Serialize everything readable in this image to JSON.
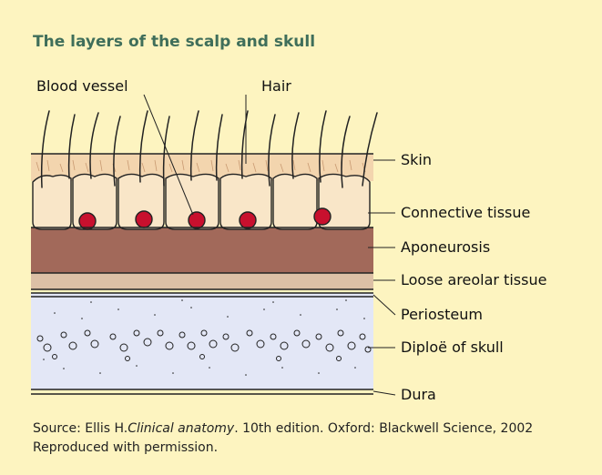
{
  "title": "The layers of the scalp and skull",
  "labels": {
    "blood_vessel": "Blood vessel",
    "hair": "Hair",
    "skin": "Skin",
    "connective_tissue": "Connective tissue",
    "aponeurosis": "Aponeurosis",
    "loose_areolar": "Loose areolar tissue",
    "periosteum": "Periosteum",
    "diploe": "Diploë of skull",
    "dura": "Dura"
  },
  "source": {
    "prefix": "Source: Ellis H.",
    "book": "Clinical anatomy",
    "suffix": ". 10th edition. Oxford: Blackwell Science, 2002",
    "line2": "Reproduced with permission."
  },
  "colors": {
    "background": "#fdf4c0",
    "title": "#3f6e5a",
    "skin": "#f3d5ae",
    "connective": "#f9e6c8",
    "aponeurosis": "#a2695a",
    "loose_areolar": "#dcc0a6",
    "bone": "#e3e7f6",
    "vessel": "#c8102e"
  }
}
